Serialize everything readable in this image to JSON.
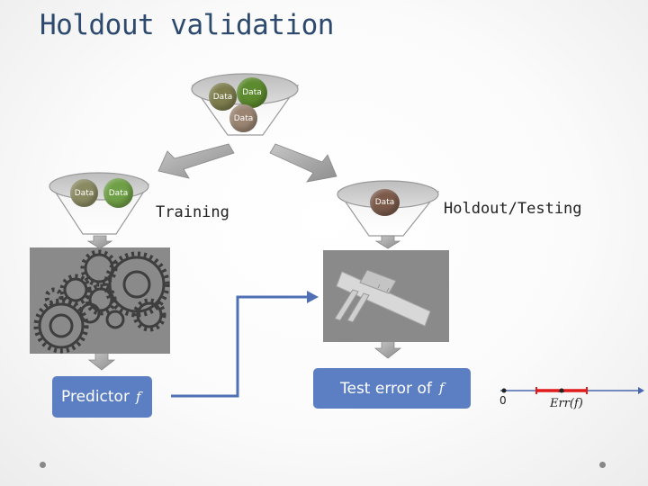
{
  "slide": {
    "title": "Holdout validation",
    "training_label": "Training",
    "holdout_label": "Holdout/Testing",
    "predictor_label": "Predictor",
    "predictor_symbol": "f",
    "test_error_label": "Test error of",
    "test_error_symbol": "f",
    "axis_zero": "0",
    "err_label": "Err(f)",
    "err_hat": "^",
    "data_label": "Data"
  },
  "icons": {
    "gears": "gears-image-icon",
    "caliper": "caliper-image-icon"
  },
  "colors": {
    "title": "#2d4a6e",
    "button_blue": "#5b7fc2",
    "connector_blue": "#4f70b4",
    "axis_blue": "#4a68ad",
    "error_red": "#e01b1b",
    "ball_olive": "#7d7d4e",
    "ball_green": "#5c8a2e",
    "ball_brown": "#7b5a4a",
    "ball_taupe": "#9b8572"
  }
}
